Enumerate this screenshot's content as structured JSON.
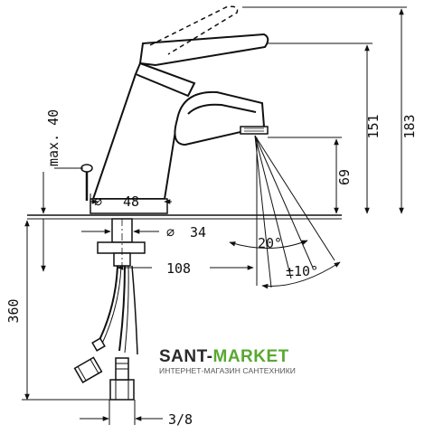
{
  "diagram": {
    "dimensions": {
      "max_40": "max. 40",
      "d48": "48",
      "diameter_symbol": "∅",
      "d34": "34",
      "h183": "183",
      "h151": "151",
      "h69": "69",
      "angle20": "20°",
      "angle10": "±10°",
      "d108": "108",
      "h360": "360",
      "thread": "3/8"
    },
    "watermark": {
      "brand_part1": "SANT-",
      "brand_part2": "MARKET",
      "subtitle": "ИНТЕРНЕТ-МАГАЗИН САНТЕХНИКИ",
      "accent_color": "#58a832"
    }
  }
}
